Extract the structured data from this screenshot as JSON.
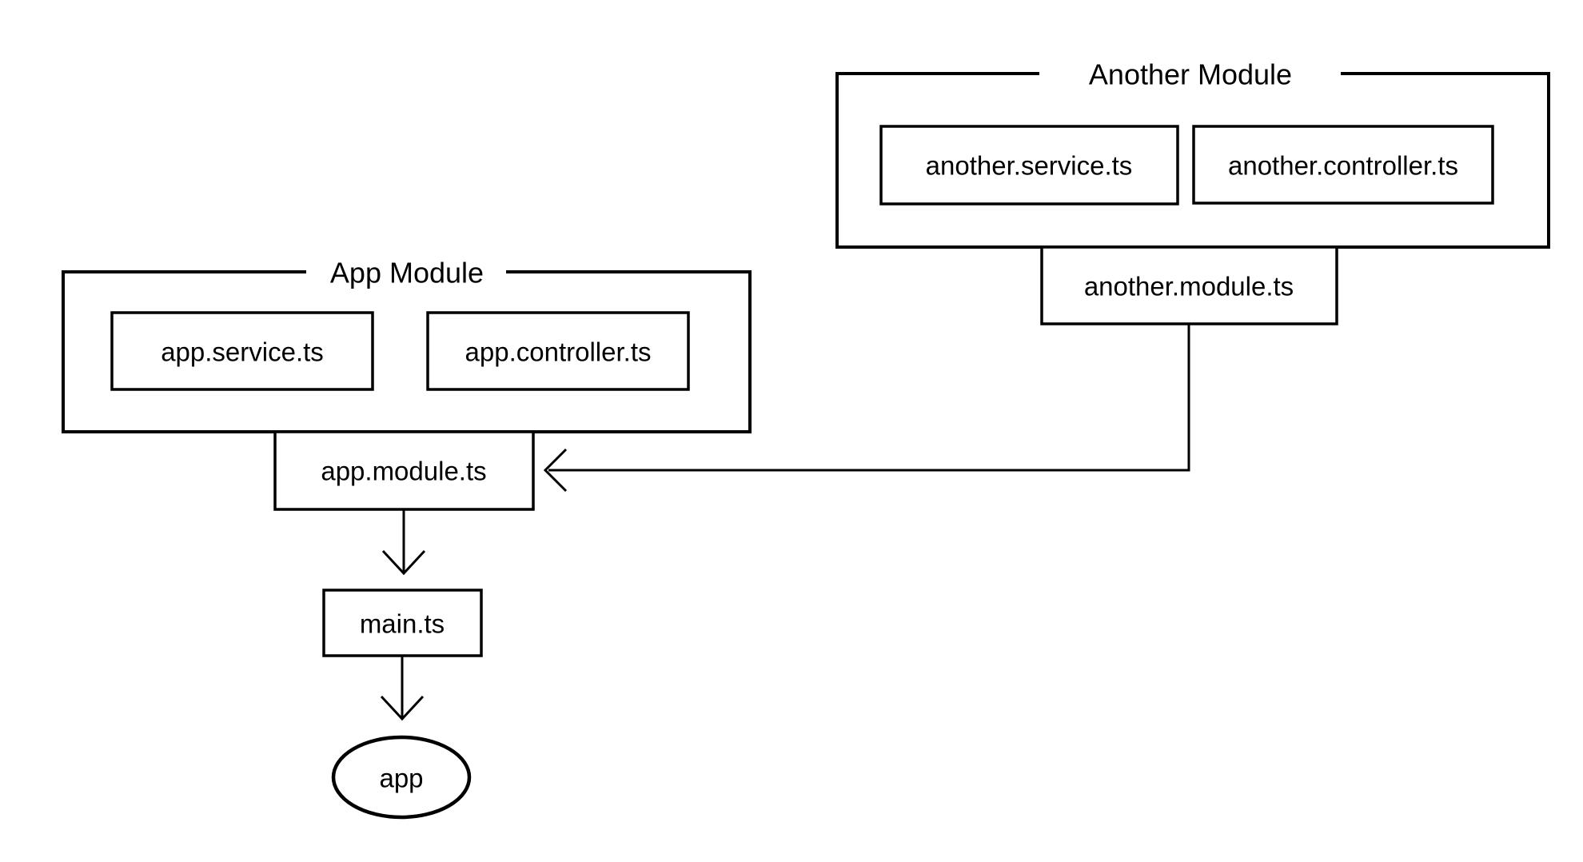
{
  "diagram": {
    "background_color": "#ffffff",
    "stroke_color": "#000000",
    "clusters": [
      {
        "title": "App Module",
        "nodes": [
          "app.service.ts",
          "app.controller.ts"
        ],
        "module_node": "app.module.ts"
      },
      {
        "title": "Another Module",
        "nodes": [
          "another.service.ts",
          "another.controller.ts"
        ],
        "module_node": "another.module.ts"
      }
    ],
    "standalone_nodes": [
      "main.ts",
      "app"
    ],
    "edges": [
      {
        "from": "another.module.ts",
        "to": "app.module.ts",
        "arrow": "open-vee"
      },
      {
        "from": "app.module.ts",
        "to": "main.ts",
        "arrow": "open-vee"
      },
      {
        "from": "main.ts",
        "to": "app",
        "arrow": "open-vee"
      }
    ]
  }
}
